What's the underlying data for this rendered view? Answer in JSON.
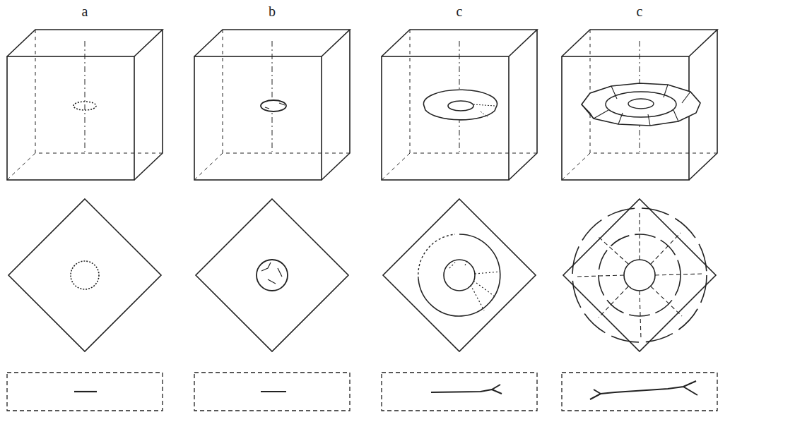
{
  "diagram": {
    "labels": [
      "a",
      "b",
      "c",
      "c"
    ]
  }
}
